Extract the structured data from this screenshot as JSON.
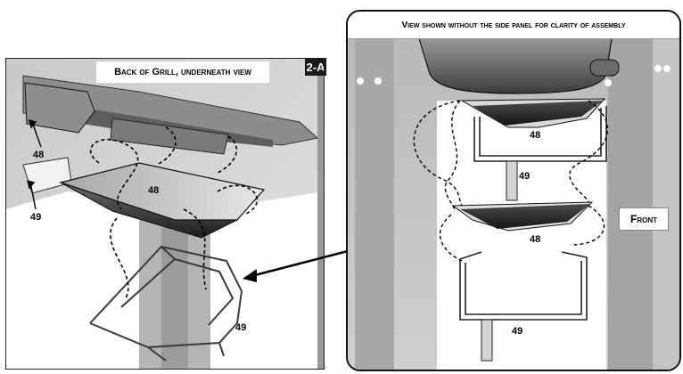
{
  "left_panel": {
    "caption": "Back of Grill, underneath view",
    "step": "2-A",
    "labels": {
      "tray": "48",
      "bracket": "49"
    }
  },
  "right_panel": {
    "caption": "View shown without the side panel for clarity of assembly",
    "front": "Front",
    "labels": {
      "tray": "48",
      "bracket": "49"
    }
  }
}
